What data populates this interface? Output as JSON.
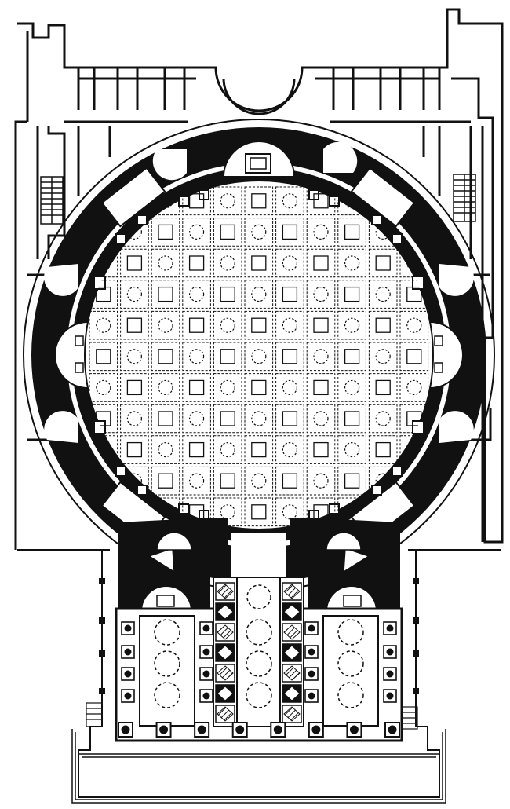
{
  "diagram": {
    "kind": "architectural-floor-plan",
    "ink_color": "#111111",
    "paper_color": "#ffffff",
    "coffer_grid": {
      "rows": 11,
      "cols": 11
    },
    "portico": {
      "columns_per_row": 8,
      "interior_column_rows": 3
    },
    "rotunda_niches": 8
  }
}
